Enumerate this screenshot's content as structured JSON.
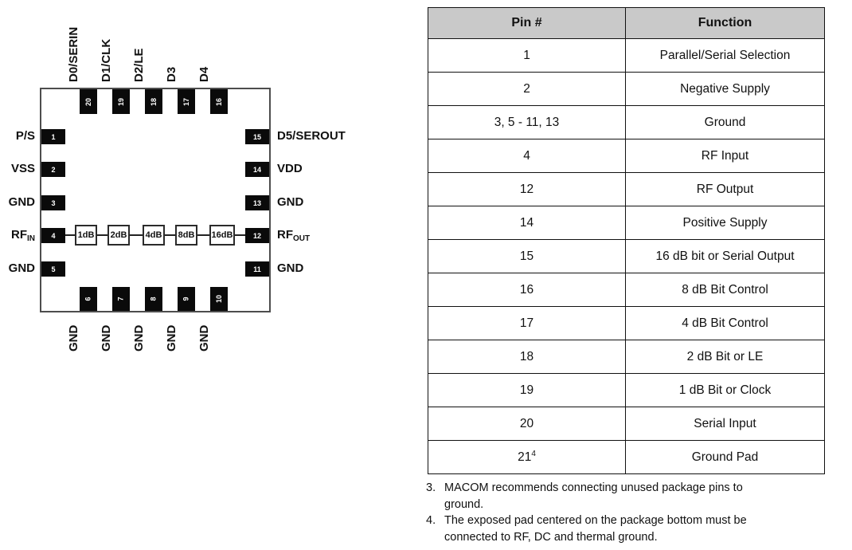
{
  "diagram": {
    "top_pins": [
      {
        "num": "20",
        "label": "D0/SERIN"
      },
      {
        "num": "19",
        "label": "D1/CLK"
      },
      {
        "num": "18",
        "label": "D2/LE"
      },
      {
        "num": "17",
        "label": "D3"
      },
      {
        "num": "16",
        "label": "D4"
      }
    ],
    "left_pins": [
      {
        "num": "1",
        "label": "P/S"
      },
      {
        "num": "2",
        "label": "VSS"
      },
      {
        "num": "3",
        "label": "GND"
      },
      {
        "num": "4",
        "label": "RF",
        "sub": "IN"
      },
      {
        "num": "5",
        "label": "GND"
      }
    ],
    "right_pins": [
      {
        "num": "15",
        "label": "D5/SEROUT"
      },
      {
        "num": "14",
        "label": "VDD"
      },
      {
        "num": "13",
        "label": "GND"
      },
      {
        "num": "12",
        "label": "RF",
        "sub": "OUT"
      },
      {
        "num": "11",
        "label": "GND"
      }
    ],
    "bottom_pins": [
      {
        "num": "6",
        "label": "GND"
      },
      {
        "num": "7",
        "label": "GND"
      },
      {
        "num": "8",
        "label": "GND"
      },
      {
        "num": "9",
        "label": "GND"
      },
      {
        "num": "10",
        "label": "GND"
      }
    ],
    "attenuators": [
      "1dB",
      "2dB",
      "4dB",
      "8dB",
      "16dB"
    ]
  },
  "table": {
    "headers": [
      "Pin #",
      "Function"
    ],
    "rows": [
      {
        "pin": "1",
        "fn": "Parallel/Serial Selection"
      },
      {
        "pin": "2",
        "fn": "Negative Supply"
      },
      {
        "pin": "3, 5 - 11, 13",
        "fn": "Ground"
      },
      {
        "pin": "4",
        "fn": "RF Input"
      },
      {
        "pin": "12",
        "fn": "RF Output"
      },
      {
        "pin": "14",
        "fn": "Positive Supply"
      },
      {
        "pin": "15",
        "fn": "16 dB bit or Serial Output"
      },
      {
        "pin": "16",
        "fn": "8 dB Bit Control"
      },
      {
        "pin": "17",
        "fn": "4 dB Bit Control"
      },
      {
        "pin": "18",
        "fn": "2 dB Bit or LE"
      },
      {
        "pin": "19",
        "fn": "1 dB Bit or Clock"
      },
      {
        "pin": "20",
        "fn": "Serial Input"
      },
      {
        "pin": "21",
        "pin_sup": "4",
        "fn": "Ground Pad"
      }
    ]
  },
  "notes": [
    {
      "num": "3.",
      "lines": [
        "MACOM recommends connecting unused package pins to",
        "ground."
      ]
    },
    {
      "num": "4.",
      "lines": [
        "The exposed pad centered on the package bottom must be",
        "connected to RF, DC and thermal ground."
      ]
    }
  ],
  "colors": {
    "header_bg": "#c9c9c9",
    "pad_fill": "#0a0a0a",
    "outline": "#4d4d4d"
  }
}
